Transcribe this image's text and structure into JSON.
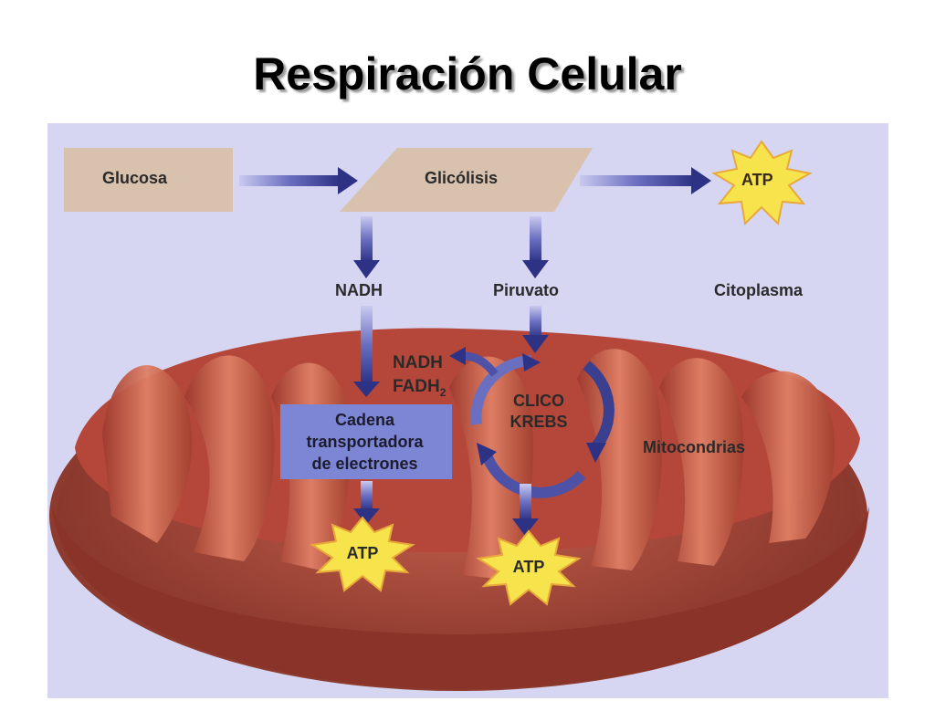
{
  "title": "Respiración Celular",
  "diagram": {
    "glucosa": "Glucosa",
    "glicolisis": "Glicólisis",
    "atp_top": "ATP",
    "nadh_label": "NADH",
    "piruvato_label": "Piruvato",
    "citoplasma_label": "Citoplasma",
    "nadh_krebs": "NADH",
    "fadh_krebs": "FADH",
    "fadh_subscript": "2",
    "krebs_line1": "CLICO",
    "krebs_line2": "KREBS",
    "etc_line1": "Cadena",
    "etc_line2": "transportadora",
    "etc_line3": "de electrones",
    "mitocondrias_label": "Mitocondrias",
    "atp_etc": "ATP",
    "atp_krebs": "ATP"
  },
  "colors": {
    "background": "#d6d6f3",
    "box_fill": "#d8c2ae",
    "etc_box": "#7d86d4",
    "arrow": "#3b3f8f",
    "atp_star": "#f7e44c",
    "mitochondria_outer": "#a9473b",
    "mitochondria_inner": "#c85a45"
  }
}
